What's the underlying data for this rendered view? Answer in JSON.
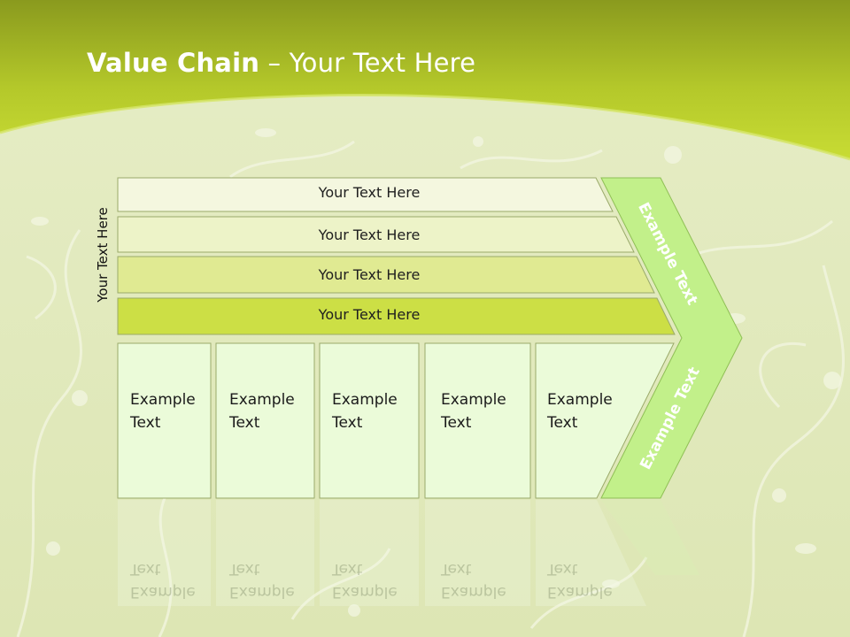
{
  "title": {
    "bold": "Value Chain",
    "rest": " – Your Text Here"
  },
  "side_label": "Your Text Here",
  "bars": [
    "Your Text Here",
    "Your Text Here",
    "Your Text Here",
    "Your Text Here"
  ],
  "boxes": [
    [
      "Example",
      "Text"
    ],
    [
      "Example",
      "Text"
    ],
    [
      "Example",
      "Text"
    ],
    [
      "Example",
      "Text"
    ],
    [
      "Example",
      "Text"
    ]
  ],
  "arrow_labels": [
    "Example Text",
    "Example Text"
  ],
  "colors": {
    "header_top": "#8a9a1e",
    "header_mid": "#b8cc2a",
    "background": "#e3ebc0",
    "bar_fills": [
      "#f4f7df",
      "#ecf2c6",
      "#e0ea92",
      "#ccdf45"
    ],
    "box_fill": "#ebfbd9",
    "arrow_fill": "#c2f08a"
  }
}
